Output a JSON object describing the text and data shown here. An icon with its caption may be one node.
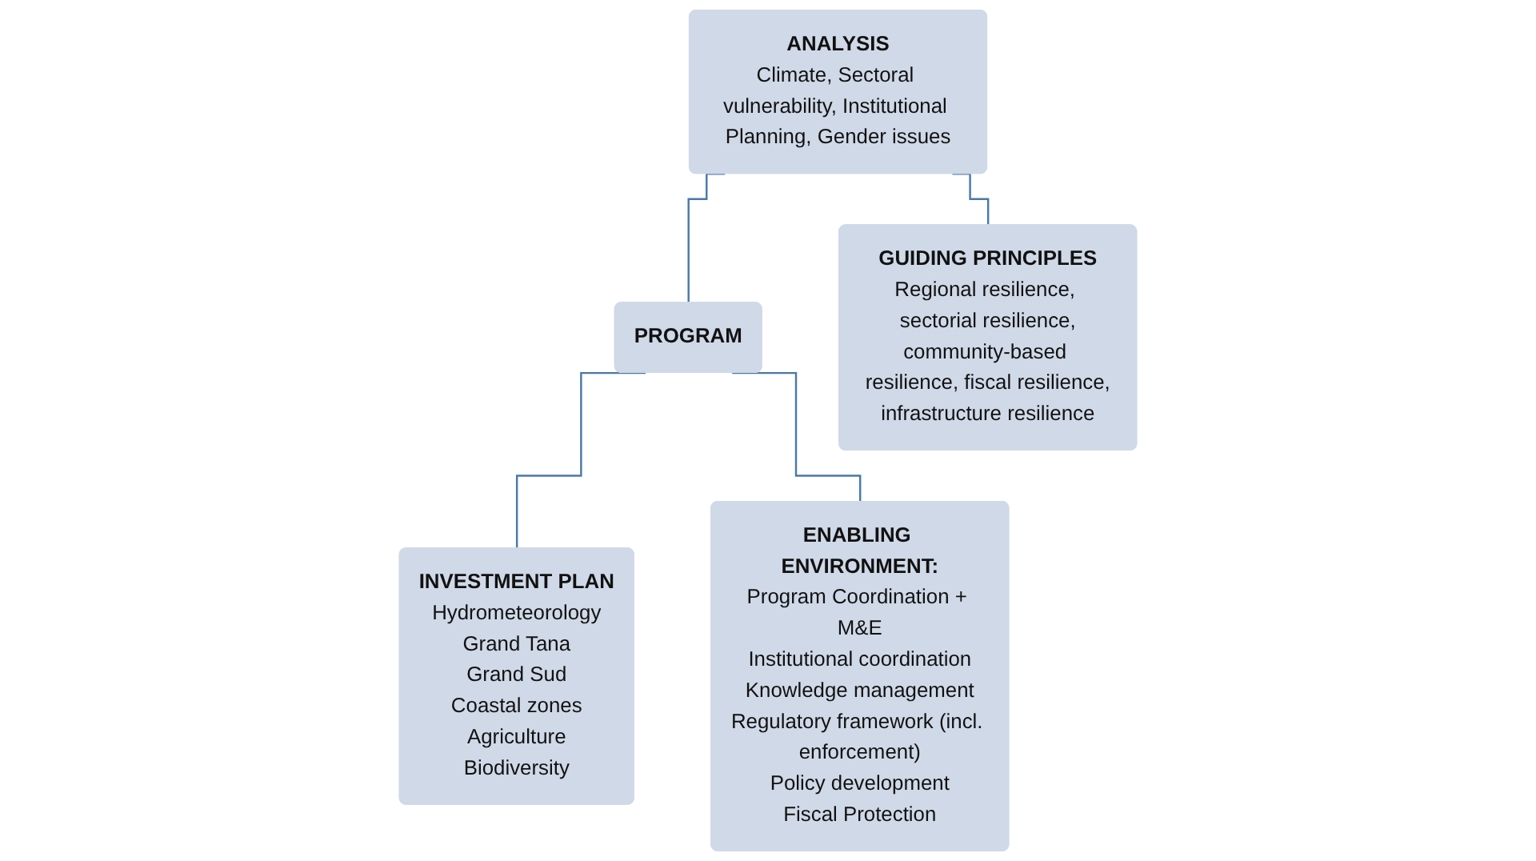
{
  "diagram": {
    "nodes": [
      {
        "text": [
          "ANALYSIS",
          "Climate, Sectoral vulnerability, Institutional Planning, Gender issues"
        ]
      },
      {
        "text": [
          "PROGRAM"
        ]
      },
      {
        "text": [
          "GUIDING PRINCIPLES",
          "Regional resilience, sectorial resilience, community-based resilience, fiscal resilience, infrastructure resilience"
        ]
      },
      {
        "text": [
          "INVESTMENT PLAN",
          "Hydrometeorology",
          "Grand Tana",
          "Grand Sud",
          "Coastal zones",
          "Agriculture",
          "Biodiversity"
        ]
      },
      {
        "text": [
          "ENABLING ENVIRONMENT:",
          "Program Coordination + M&E",
          "Institutional coordination",
          "Knowledge management",
          "Regulatory framework (incl. enforcement)",
          "Policy development",
          "Fiscal Protection"
        ]
      }
    ],
    "edges": [
      {
        "from": 0,
        "to": 1,
        "arrow": "none"
      },
      {
        "from": 0,
        "to": 2,
        "arrow": "none"
      },
      {
        "from": 1,
        "to": 3,
        "arrow": "none"
      },
      {
        "from": 1,
        "to": 4,
        "arrow": "none"
      }
    ]
  }
}
